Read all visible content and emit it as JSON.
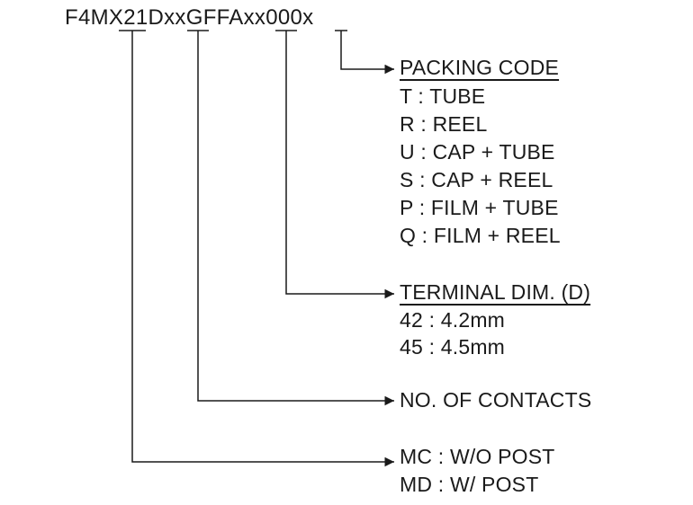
{
  "part_number": "F4MX21DxxGFFAxx000x",
  "groups": {
    "packing": {
      "heading": "PACKING CODE",
      "items": [
        "T : TUBE",
        "R : REEL",
        "U : CAP + TUBE",
        "S : CAP + REEL",
        "P : FILM + TUBE",
        "Q : FILM + REEL"
      ]
    },
    "terminal": {
      "heading": "TERMINAL DIM. (D)",
      "items": [
        "42 : 4.2mm",
        "45 : 4.5mm"
      ]
    },
    "contacts": {
      "heading": "NO. OF CONTACTS"
    },
    "post": {
      "items": [
        "MC : W/O POST",
        "MD : W/ POST"
      ]
    }
  },
  "colors": {
    "ink": "#1a1a1a",
    "background": "#ffffff"
  }
}
